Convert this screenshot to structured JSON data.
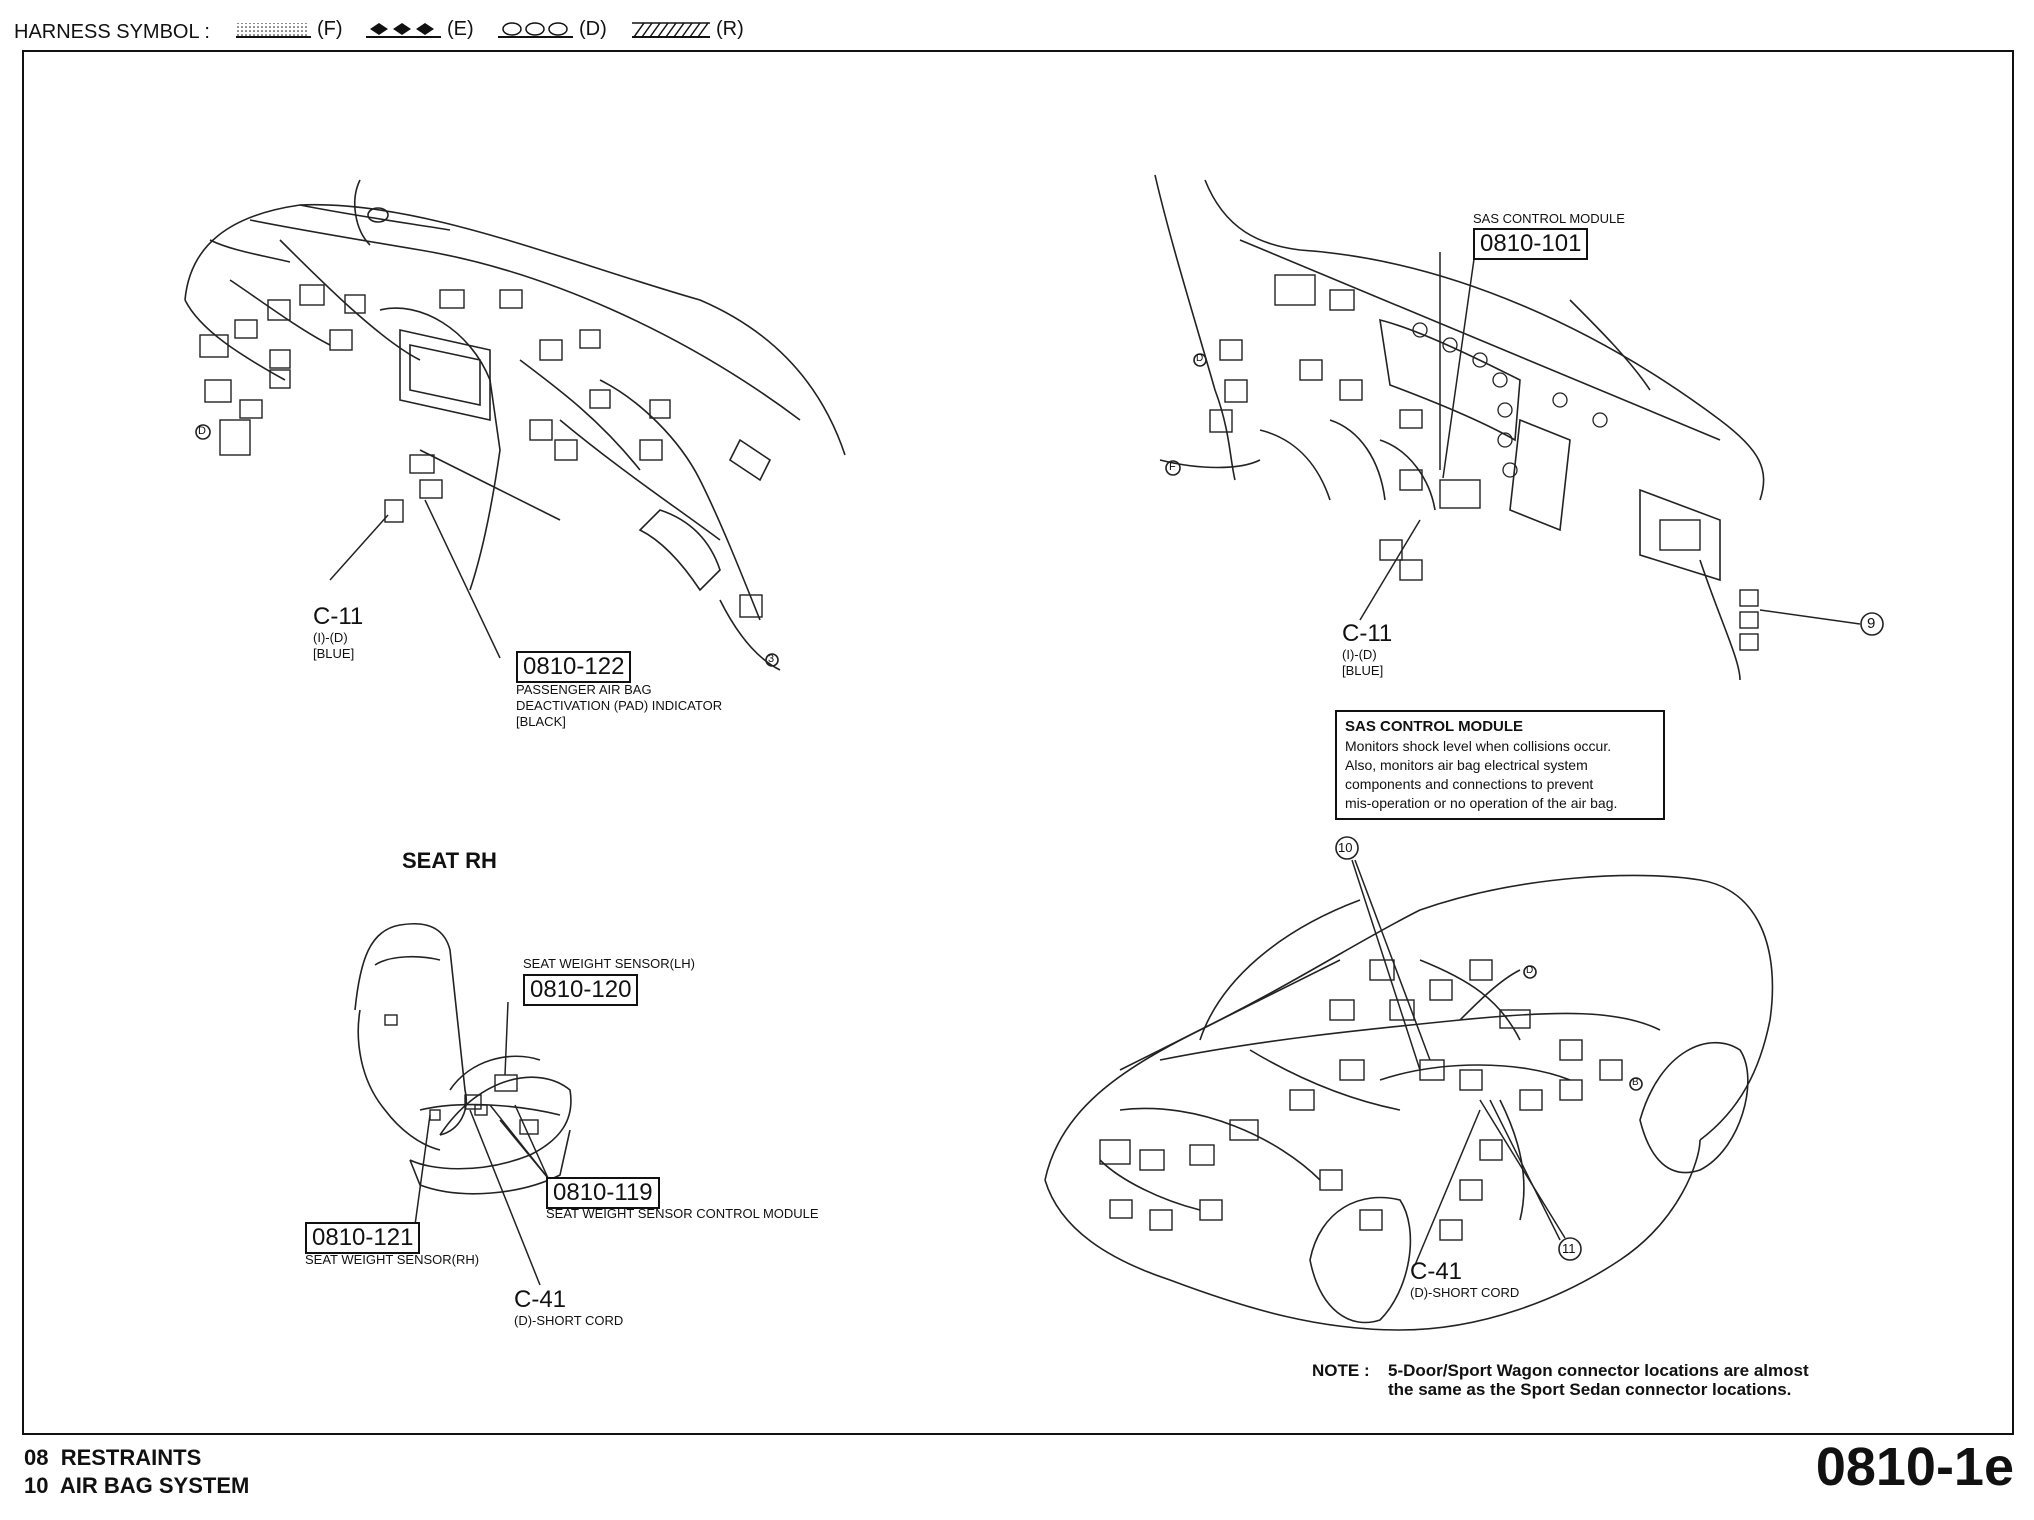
{
  "header": {
    "harness_title": "HARNESS SYMBOL :",
    "legend": [
      {
        "label": "(F)",
        "pattern": "dotted"
      },
      {
        "label": "(E)",
        "pattern": "diamonds"
      },
      {
        "label": "(D)",
        "pattern": "circles"
      },
      {
        "label": "(R)",
        "pattern": "hatch"
      }
    ]
  },
  "dashboard_left": {
    "c11": {
      "id": "C-11",
      "sub": "(I)-(D)",
      "color": "[BLUE]"
    },
    "pad": {
      "code": "0810-122",
      "line1": "PASSENGER AIR BAG",
      "line2": "DEACTIVATION (PAD) INDICATOR",
      "line3": "[BLACK]"
    },
    "markers": [
      "D",
      "3"
    ]
  },
  "dashboard_right": {
    "sas": {
      "label": "SAS CONTROL MODULE",
      "code": "0810-101"
    },
    "c11": {
      "id": "C-11",
      "sub": "(I)-(D)",
      "color": "[BLUE]"
    },
    "markers": [
      "F",
      "D",
      "9"
    ]
  },
  "sas_info": {
    "title": "SAS CONTROL MODULE",
    "lines": [
      "Monitors shock level when collisions occur.",
      "Also, monitors air bag electrical system",
      "components and connections to prevent",
      "mis-operation or no operation of the air bag."
    ]
  },
  "seat": {
    "title": "SEAT RH",
    "sensor_lh": {
      "label": "SEAT WEIGHT SENSOR(LH)",
      "code": "0810-120"
    },
    "control": {
      "code": "0810-119",
      "label": "SEAT WEIGHT SENSOR CONTROL MODULE"
    },
    "sensor_rh": {
      "code": "0810-121",
      "label": "SEAT WEIGHT SENSOR(RH)"
    },
    "c41": {
      "id": "C-41",
      "sub": "(D)-SHORT CORD"
    }
  },
  "car": {
    "markers": [
      "10",
      "11",
      "D",
      "B"
    ],
    "c41": {
      "id": "C-41",
      "sub": "(D)-SHORT CORD"
    }
  },
  "note": {
    "label": "NOTE :",
    "line1": "5-Door/Sport Wagon connector locations are almost",
    "line2": "the same as the Sport Sedan connector locations."
  },
  "footer": {
    "line1": "08  RESTRAINTS",
    "line2": "10  AIR BAG SYSTEM",
    "page": "0810-1e"
  }
}
